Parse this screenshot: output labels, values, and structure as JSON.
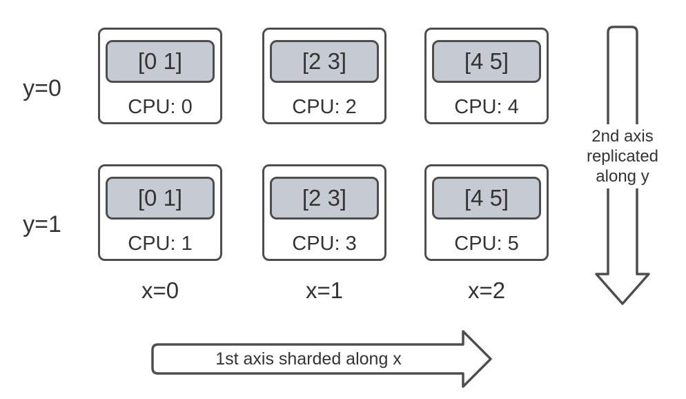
{
  "diagram": {
    "row_labels": [
      "y=0",
      "y=1"
    ],
    "col_labels": [
      "x=0",
      "x=1",
      "x=2"
    ],
    "devices": [
      {
        "shard": "[0 1]",
        "cpu": "CPU: 0"
      },
      {
        "shard": "[2 3]",
        "cpu": "CPU: 2"
      },
      {
        "shard": "[4 5]",
        "cpu": "CPU: 4"
      },
      {
        "shard": "[0 1]",
        "cpu": "CPU: 1"
      },
      {
        "shard": "[2 3]",
        "cpu": "CPU: 3"
      },
      {
        "shard": "[4 5]",
        "cpu": "CPU: 5"
      }
    ],
    "arrow_x": {
      "label": "1st axis sharded along x"
    },
    "arrow_y": {
      "lines": [
        "2nd axis",
        "replicated",
        "along y"
      ]
    },
    "colors": {
      "stroke": "#4d4d4d",
      "text": "#333333",
      "shard_fill": "#c6cbd3",
      "background": "#ffffff"
    }
  }
}
